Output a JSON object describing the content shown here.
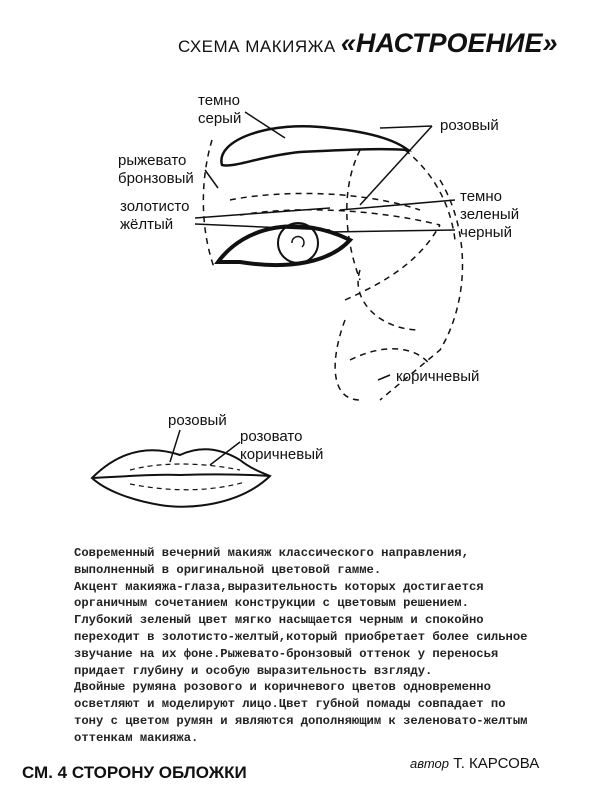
{
  "title": {
    "prefix": "СХЕМА МАКИЯЖА",
    "name": "«НАСТРОЕНИЕ»"
  },
  "eye_labels": {
    "dark_gray": "темно\nсерый",
    "bronze": "рыжевато\nбронзовый",
    "gold": "золотисто\nжёлтый",
    "pink": "розовый",
    "dark_green": "темно\nзеленый",
    "black": "черный",
    "brown": "коричневый"
  },
  "lip_labels": {
    "pink": "розовый",
    "pink_brown": "розовато\nкоричневый"
  },
  "body": [
    "  Современный вечерний макияж классического направления,\nвыполненный в оригинальной цветовой гамме.",
    "  Акцент макияжа-глаза,выразительность которых достигается\nорганичным сочетанием конструкции с цветовым решением.\nГлубокий зеленый цвет мягко насыщается черным и спокойно\nпереходит в золотисто-желтый,который приобретает более сильное\nзвучание на их фоне.Рыжевато-бронзовый оттенок у переносья\nпридает глубину и особую выразительность взгляду.",
    "  Двойные румяна розового и коричневого цветов одновременно\nосветляют и моделируют лицо.Цвет губной помады совпадает по\nтону с цветом румян и являются дополняющим к зеленовато-желтым\nоттенкам макияжа."
  ],
  "footer": {
    "see_cover": "СМ. 4 СТОРОНУ ОБЛОЖКИ",
    "author_prefix": "автор",
    "author": "Т. КАРСОВА"
  }
}
